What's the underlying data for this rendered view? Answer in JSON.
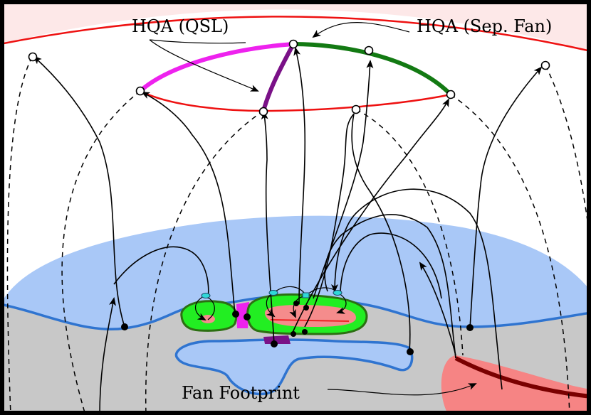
{
  "labels": {
    "hqa_qsl": "HQA (QSL)",
    "hqa_sep_fan": "HQA (Sep. Fan)",
    "fan_footprint": "Fan Footprint"
  },
  "colors": {
    "frame": "#000000",
    "upper_region": "#fde8e8",
    "outer_circle": "#ee1111",
    "blue_dome": "#a9c8f7",
    "blue_line": "#2f74d0",
    "photosphere": "#c8c8c8",
    "green_patch": "#22ee22",
    "green_outline": "#2c6f12",
    "pink_core": "#f58c8c",
    "hqa_qsl_arc": "#ee22ee",
    "hqa_sep_arc": "#137a13",
    "spine_arc": "#7a1187",
    "fan_footprint_band": "#f68484",
    "fan_footprint_line": "#7a0000",
    "null_point": "#30d8d8"
  },
  "icons": [
    "open-circle-footpoint-icon",
    "filled-circle-footpoint-icon",
    "arrowhead-icon",
    "null-point-icon"
  ]
}
